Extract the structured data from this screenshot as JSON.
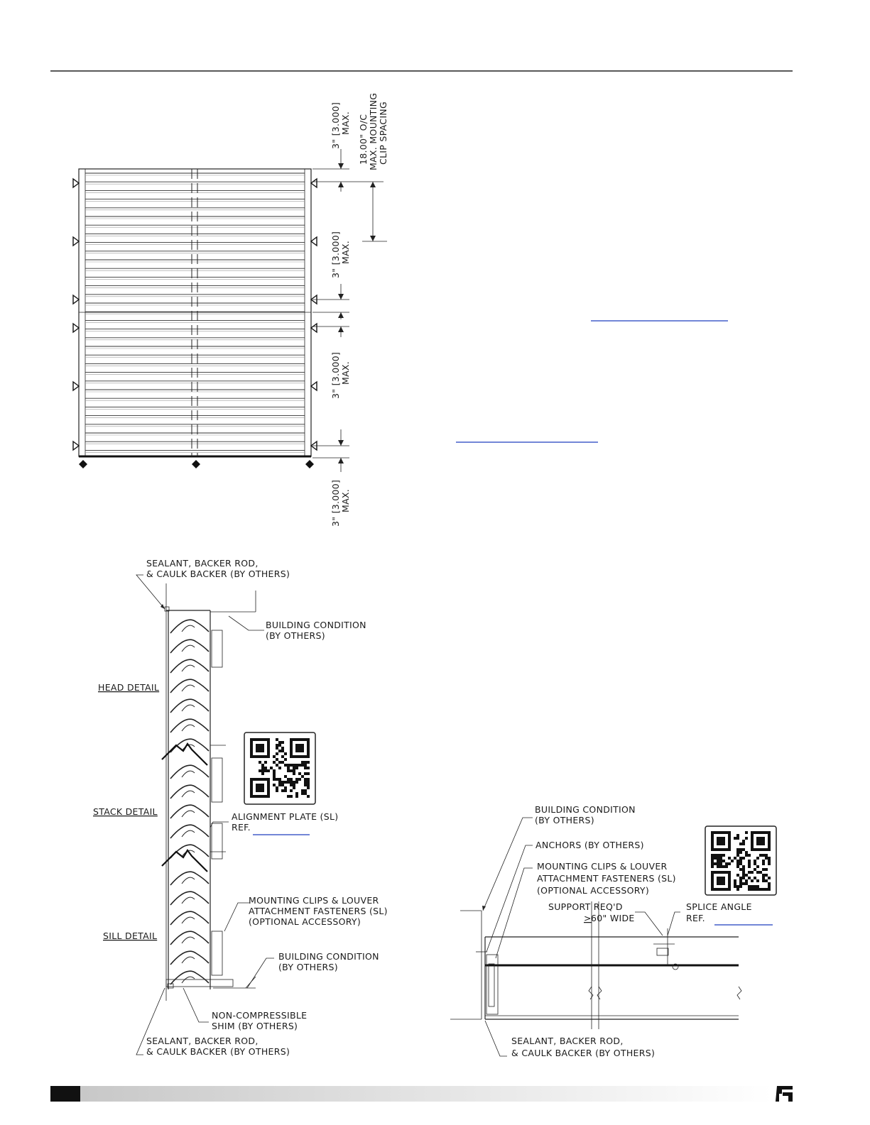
{
  "elevation": {
    "dim_labels": [
      {
        "line1": "3\" [3.000]",
        "line2": "MAX."
      },
      {
        "line1": "3\" [3.000]",
        "line2": "MAX."
      },
      {
        "line1": "3\" [3.000]",
        "line2": "MAX."
      },
      {
        "line1": "3\" [3.000]",
        "line2": "MAX."
      }
    ],
    "clip_spacing": {
      "line1": "18.00\" O/C",
      "line2": "MAX. MOUNTING",
      "line3": "CLIP SPACING"
    }
  },
  "section": {
    "detail_labels": {
      "head": "HEAD DETAIL",
      "stack": "STACK DETAIL",
      "sill": "SILL DETAIL"
    },
    "callouts": {
      "sealant_top": {
        "line1": "SEALANT, BACKER ROD,",
        "line2": "& CAULK BACKER (BY OTHERS)"
      },
      "building_top": {
        "line1": "BUILDING CONDITION",
        "line2": "(BY OTHERS)"
      },
      "alignment": {
        "line1": "ALIGNMENT PLATE (SL)",
        "line2": "REF."
      },
      "mounting": {
        "line1": "MOUNTING CLIPS & LOUVER",
        "line2": "ATTACHMENT FASTENERS (SL)",
        "line3": "(OPTIONAL ACCESSORY)"
      },
      "building_bottom": {
        "line1": "BUILDING CONDITION",
        "line2": "(BY OTHERS)"
      },
      "shim": {
        "line1": "NON-COMPRESSIBLE",
        "line2": "SHIM (BY OTHERS)"
      },
      "sealant_bottom": {
        "line1": "SEALANT, BACKER ROD,",
        "line2": "& CAULK BACKER (BY OTHERS)"
      }
    }
  },
  "plan": {
    "callouts": {
      "building": {
        "line1": "BUILDING CONDITION",
        "line2": "(BY OTHERS)"
      },
      "anchors": "ANCHORS (BY OTHERS)",
      "mounting": {
        "line1": "MOUNTING CLIPS & LOUVER",
        "line2": "ATTACHMENT FASTENERS (SL)",
        "line3": "(OPTIONAL ACCESSORY)"
      },
      "support": {
        "line1": "SUPPORT REQ'D",
        "line2_symbol": ">",
        "line2": "60\" WIDE"
      },
      "splice": {
        "line1": "SPLICE ANGLE",
        "line2": "REF."
      },
      "sealant": {
        "line1": "SEALANT, BACKER ROD,",
        "line2": "& CAULK BACKER (BY OTHERS)"
      }
    }
  },
  "colors": {
    "line": "#222222",
    "link_blue": "#1f3fbf",
    "footer_dark": "#111111",
    "footer_gray": "#d9d9d9"
  },
  "icons": [
    "qr-code-icon",
    "brand-logo-icon"
  ]
}
